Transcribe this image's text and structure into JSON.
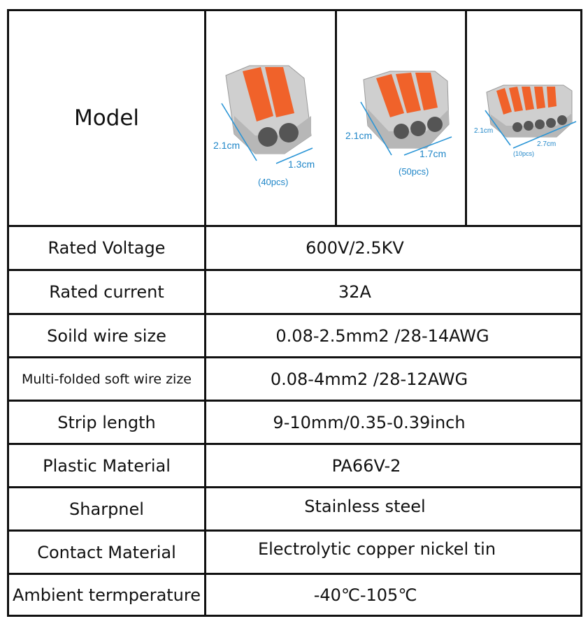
{
  "table": {
    "model_label": "Model",
    "products": [
      {
        "count": "(40pcs)",
        "height": "2.1cm",
        "width": "1.3cm",
        "slots": 2
      },
      {
        "count": "(50pcs)",
        "height": "2.1cm",
        "width": "1.7cm",
        "slots": 3
      },
      {
        "count": "(10pcs)",
        "height": "2.1cm",
        "width": "2.7cm",
        "slots": 5
      }
    ],
    "rows": [
      {
        "label": "Rated Voltage",
        "value": "600V/2.5KV"
      },
      {
        "label": "Rated current",
        "value": "32A"
      },
      {
        "label": "Soild wire size",
        "value": "0.08-2.5mm2 /28-14AWG"
      },
      {
        "label": "Multi-folded soft wire zize",
        "value": "0.08-4mm2 /28-12AWG"
      },
      {
        "label": "Strip length",
        "value": "9-10mm/0.35-0.39inch"
      },
      {
        "label": "Plastic Material",
        "value": "PA66V-2"
      },
      {
        "label": "Sharpnel",
        "value": "Stainless steel"
      },
      {
        "label": "Contact Material",
        "value": "Electrolytic copper nickel tin"
      },
      {
        "label": "Ambient termperature",
        "value": "-40℃-105℃"
      }
    ]
  },
  "colors": {
    "border": "#111111",
    "dimension": "#1f86c8",
    "lever": "#f0622a",
    "housing": "#c9c9c9"
  }
}
